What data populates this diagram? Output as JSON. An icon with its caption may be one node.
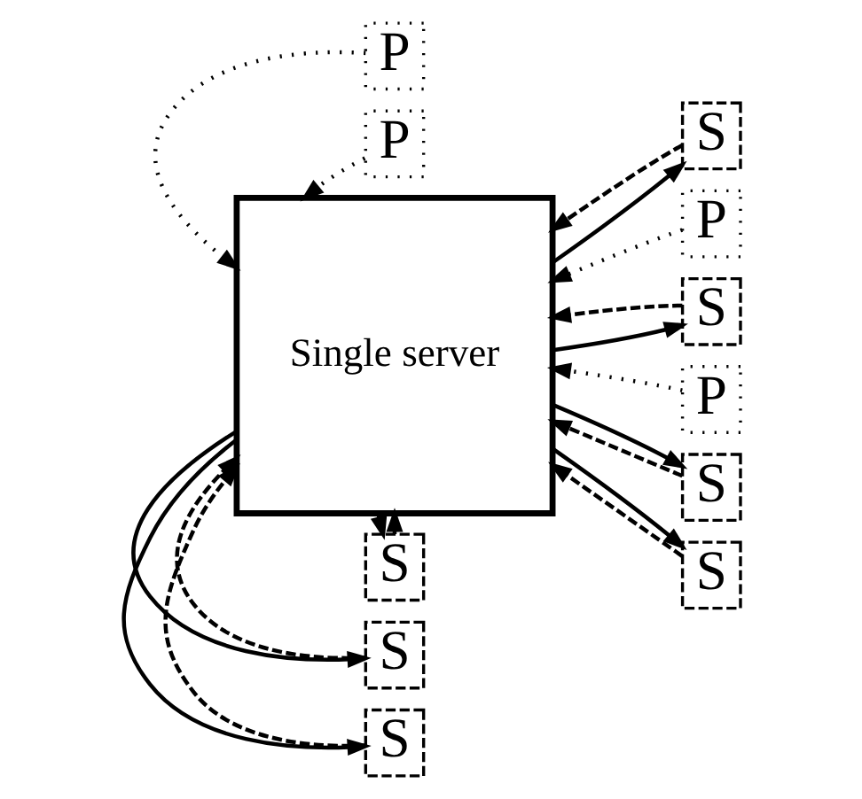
{
  "diagram": {
    "nodes": [
      {
        "text": [
          "Single server"
        ]
      },
      {
        "text": [
          "P"
        ]
      },
      {
        "text": [
          "P"
        ]
      },
      {
        "text": [
          "S"
        ]
      },
      {
        "text": [
          "P"
        ]
      },
      {
        "text": [
          "S"
        ]
      },
      {
        "text": [
          "P"
        ]
      },
      {
        "text": [
          "S"
        ]
      },
      {
        "text": [
          "S"
        ]
      },
      {
        "text": [
          "S"
        ]
      },
      {
        "text": [
          "S"
        ]
      },
      {
        "text": [
          "S"
        ]
      }
    ],
    "edges": [
      {
        "from": 1,
        "to": 0,
        "arrow": "to",
        "style": "dashed"
      },
      {
        "from": 2,
        "to": 0,
        "arrow": "to",
        "style": "dashed"
      },
      {
        "from": 3,
        "to": 0,
        "arrow": "to",
        "style": "dashed"
      },
      {
        "from": 0,
        "to": 3,
        "arrow": "to"
      },
      {
        "from": 4,
        "to": 0,
        "arrow": "to",
        "style": "dashed"
      },
      {
        "from": 5,
        "to": 0,
        "arrow": "to",
        "style": "dashed"
      },
      {
        "from": 0,
        "to": 5,
        "arrow": "to"
      },
      {
        "from": 6,
        "to": 0,
        "arrow": "to",
        "style": "dashed"
      },
      {
        "from": 7,
        "to": 0,
        "arrow": "to",
        "style": "dashed"
      },
      {
        "from": 0,
        "to": 7,
        "arrow": "to"
      },
      {
        "from": 8,
        "to": 0,
        "arrow": "to",
        "style": "dashed"
      },
      {
        "from": 0,
        "to": 8,
        "arrow": "to"
      },
      {
        "from": 9,
        "to": 0,
        "arrow": "to",
        "style": "dashed"
      },
      {
        "from": 0,
        "to": 9,
        "arrow": "to"
      },
      {
        "from": 10,
        "to": 0,
        "arrow": "to",
        "style": "dashed"
      },
      {
        "from": 0,
        "to": 10,
        "arrow": "to"
      },
      {
        "from": 11,
        "to": 0,
        "arrow": "to",
        "style": "dashed"
      },
      {
        "from": 0,
        "to": 11,
        "arrow": "to"
      }
    ]
  }
}
